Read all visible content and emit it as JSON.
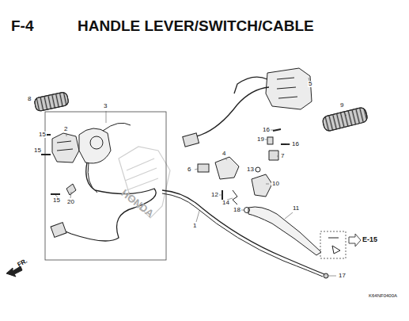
{
  "diagram": {
    "title": "HANDLE LEVER/SWITCH/CABLE",
    "labels": [
      "F-4",
      "8",
      "3",
      "2",
      "15",
      "15",
      "15",
      "20",
      "5",
      "9",
      "16",
      "19",
      "16",
      "4",
      "7",
      "6",
      "13",
      "10",
      "12",
      "14",
      "1",
      "18",
      "11",
      "E-15",
      "17",
      "FR.",
      "K64NF0400A",
      "HONDA"
    ]
  }
}
